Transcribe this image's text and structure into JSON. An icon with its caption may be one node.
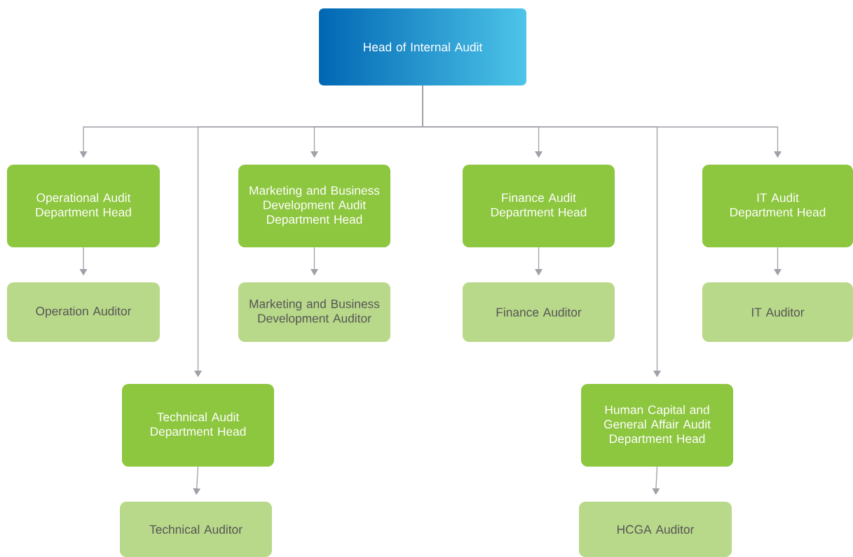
{
  "diagram": {
    "nodes": [
      {
        "text": [
          "Head of Internal Audit"
        ]
      },
      {
        "text": [
          "Operational Audit Department Head"
        ]
      },
      {
        "text": [
          "Operation Auditor"
        ]
      },
      {
        "text": [
          "Marketing and Business Development Audit Department Head"
        ]
      },
      {
        "text": [
          "Marketing and Business Development Auditor"
        ]
      },
      {
        "text": [
          "Finance Audit Department Head"
        ]
      },
      {
        "text": [
          "Finance Auditor"
        ]
      },
      {
        "text": [
          "IT Audit Department Head"
        ]
      },
      {
        "text": [
          "IT Auditor"
        ]
      },
      {
        "text": [
          "Technical Audit Department Head"
        ]
      },
      {
        "text": [
          "Technical Auditor"
        ]
      },
      {
        "text": [
          "Human Capital and General Affair Audit Department Head"
        ]
      },
      {
        "text": [
          "HCGA Auditor"
        ]
      }
    ],
    "edges": [
      {
        "from": 0,
        "to": 1,
        "arrow": "to"
      },
      {
        "from": 0,
        "to": 9,
        "arrow": "to"
      },
      {
        "from": 0,
        "to": 3,
        "arrow": "to"
      },
      {
        "from": 0,
        "to": 5,
        "arrow": "to"
      },
      {
        "from": 0,
        "to": 11,
        "arrow": "to"
      },
      {
        "from": 0,
        "to": 7,
        "arrow": "to"
      },
      {
        "from": 1,
        "to": 2,
        "arrow": "to"
      },
      {
        "from": 3,
        "to": 4,
        "arrow": "to"
      },
      {
        "from": 5,
        "to": 6,
        "arrow": "to"
      },
      {
        "from": 7,
        "to": 8,
        "arrow": "to"
      },
      {
        "from": 9,
        "to": 10,
        "arrow": "to"
      },
      {
        "from": 11,
        "to": 12,
        "arrow": "to"
      }
    ]
  }
}
